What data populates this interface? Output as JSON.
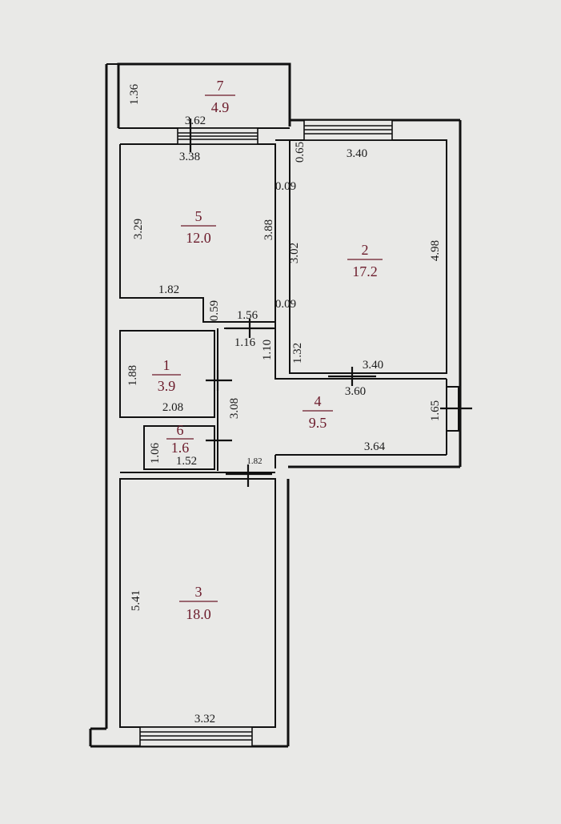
{
  "rooms": [
    {
      "id": "7",
      "number": "7",
      "area": "4.9"
    },
    {
      "id": "5",
      "number": "5",
      "area": "12.0"
    },
    {
      "id": "2",
      "number": "2",
      "area": "17.2"
    },
    {
      "id": "1",
      "number": "1",
      "area": "3.9"
    },
    {
      "id": "4",
      "number": "4",
      "area": "9.5"
    },
    {
      "id": "6",
      "number": "6",
      "area": "1.6"
    },
    {
      "id": "3",
      "number": "3",
      "area": "18.0"
    }
  ],
  "dimensions": {
    "d_1_36": "1.36",
    "d_3_62": "3.62",
    "d_3_38": "3.38",
    "d_0_65": "0.65",
    "d_3_40_top": "3.40",
    "d_0_09_a": "0.09",
    "d_3_29": "3.29",
    "d_3_88": "3.88",
    "d_3_02": "3.02",
    "d_4_98": "4.98",
    "d_1_82": "1.82",
    "d_0_59": "0.59",
    "d_1_56": "1.56",
    "d_0_09_b": "0.09",
    "d_1_16": "1.16",
    "d_1_10": "1.10",
    "d_1_32": "1.32",
    "d_3_40_bot": "3.40",
    "d_3_60": "3.60",
    "d_1_88": "1.88",
    "d_2_08": "2.08",
    "d_3_08": "3.08",
    "d_1_65": "1.65",
    "d_1_06": "1.06",
    "d_1_52": "1.52",
    "d_3_64": "3.64",
    "d_1_82_small": "1.82",
    "d_5_41": "5.41",
    "d_3_32": "3.32"
  }
}
